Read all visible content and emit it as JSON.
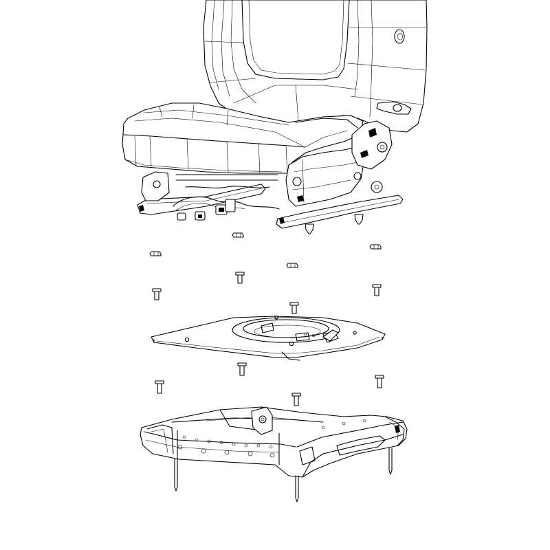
{
  "diagram": {
    "background": "#ffffff",
    "line_color": "#000000",
    "components": [
      {
        "name": "seat-assembly"
      },
      {
        "name": "seat-adjuster-track"
      },
      {
        "name": "swivel-plate"
      },
      {
        "name": "seat-riser-base"
      }
    ],
    "fasteners": {
      "nuts_upper": 4,
      "bolts_upper": 4,
      "bolts_lower": 4
    }
  }
}
